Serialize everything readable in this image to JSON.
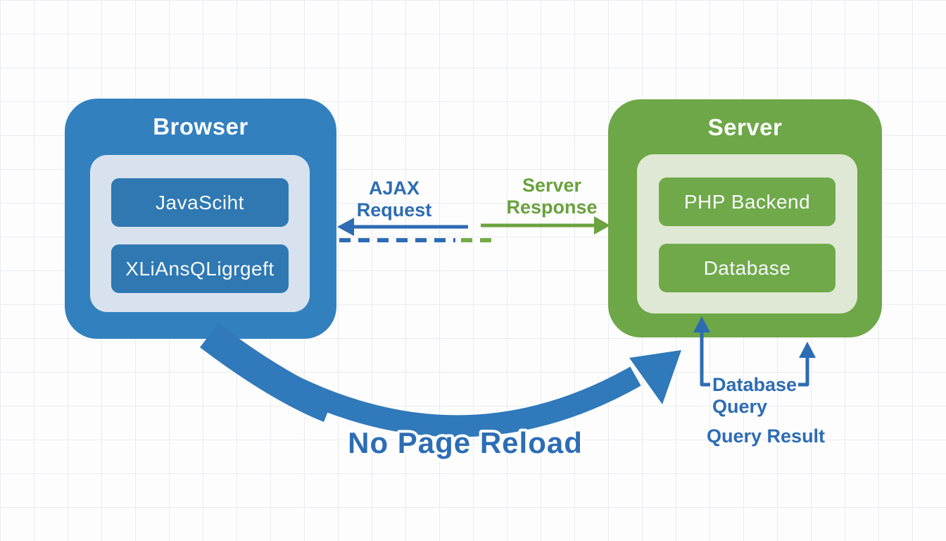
{
  "diagram": {
    "title_implicit": "AJAX request flow between browser and server",
    "colors": {
      "browser_box": "#3380bf",
      "browser_item": "#2f78b2",
      "browser_panel": "#d8e2ee",
      "server_box": "#6da747",
      "server_item": "#70a94a",
      "server_panel": "#dfe8d4",
      "blue_text": "#2d6cb3",
      "green_text": "#69a23c",
      "blue_arrow": "#2d6cb3",
      "green_arrow": "#6ba33f",
      "green_dash": "#76ab47",
      "curved_arrow": "#3079ba",
      "grid_line": "#ebecf0",
      "background": "#fdfdfe"
    }
  },
  "browser": {
    "title": "Browser",
    "items": [
      {
        "label": "JavaSciht"
      },
      {
        "label": "XLiAnsQLigrgeft"
      }
    ]
  },
  "server": {
    "title": "Server",
    "items": [
      {
        "label": "PHP Backend"
      },
      {
        "label": "Database"
      }
    ]
  },
  "labels": {
    "ajax_request": {
      "line1": "AJAX",
      "line2": "Request"
    },
    "server_response": {
      "line1": "Server",
      "line2": "Response"
    },
    "no_page_reload": "No Page Reload",
    "database_query": {
      "line1": "Database",
      "line2": "Query"
    },
    "query_result": "Query Result"
  }
}
